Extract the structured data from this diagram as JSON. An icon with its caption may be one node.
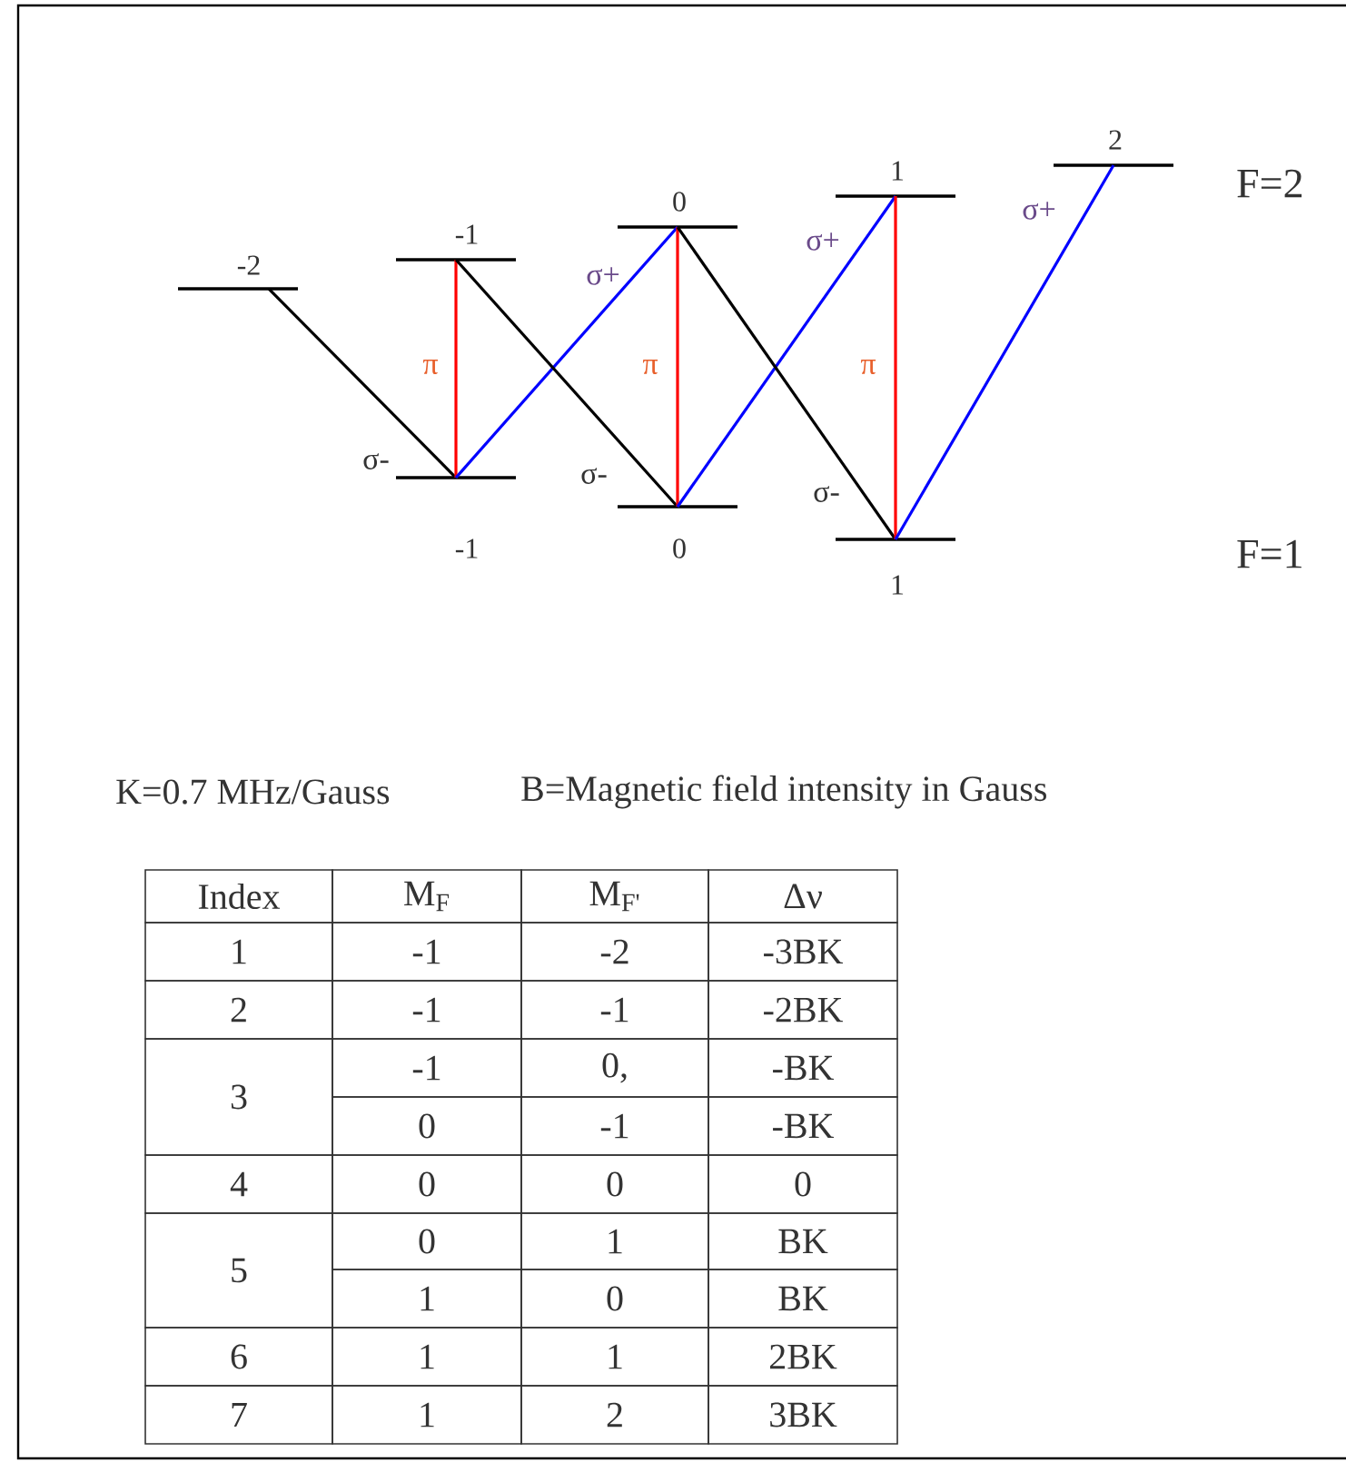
{
  "diagram": {
    "nodes": [
      {
        "text": [
          "-2"
        ]
      },
      {
        "text": [
          "-1"
        ]
      },
      {
        "text": [
          "0"
        ]
      },
      {
        "text": [
          "1"
        ]
      },
      {
        "text": [
          "2"
        ]
      },
      {
        "text": [
          "-1"
        ]
      },
      {
        "text": [
          "0"
        ]
      },
      {
        "text": [
          "1"
        ]
      }
    ],
    "edges": [
      {
        "from": 0,
        "to": 5,
        "arrow": "none",
        "label": "σ-",
        "color": "#000000"
      },
      {
        "from": 5,
        "to": 1,
        "arrow": "none",
        "label": "π",
        "color": "#ff0000"
      },
      {
        "from": 5,
        "to": 2,
        "arrow": "none",
        "label": "σ+",
        "color": "#0000ff"
      },
      {
        "from": 1,
        "to": 6,
        "arrow": "none",
        "label": "σ-",
        "color": "#000000"
      },
      {
        "from": 6,
        "to": 2,
        "arrow": "none",
        "label": "π",
        "color": "#ff0000"
      },
      {
        "from": 6,
        "to": 3,
        "arrow": "none",
        "label": "σ+",
        "color": "#0000ff"
      },
      {
        "from": 2,
        "to": 7,
        "arrow": "none",
        "label": "σ-",
        "color": "#000000"
      },
      {
        "from": 7,
        "to": 3,
        "arrow": "none",
        "label": "π",
        "color": "#ff0000"
      },
      {
        "from": 7,
        "to": 4,
        "arrow": "none",
        "label": "σ+",
        "color": "#0000ff"
      }
    ],
    "labels": [
      "F=2",
      "F=1",
      "K=0.7 MHz/Gauss",
      "B=Magnetic field intensity in Gauss",
      "Index",
      "M$_{F}$",
      "M$_{F'}$",
      "Δν",
      "1",
      "-1",
      "-2",
      "-3BK",
      "2",
      "-1",
      "-1",
      "-2BK",
      "3",
      "-1",
      "0,",
      "-BK",
      "0",
      "-1",
      "-BK",
      "4",
      "0",
      "0",
      "0",
      "5",
      "0",
      "1",
      "BK",
      "1",
      "0",
      "BK",
      "6",
      "1",
      "1",
      "2BK",
      "7",
      "1",
      "2",
      "3BK"
    ]
  }
}
